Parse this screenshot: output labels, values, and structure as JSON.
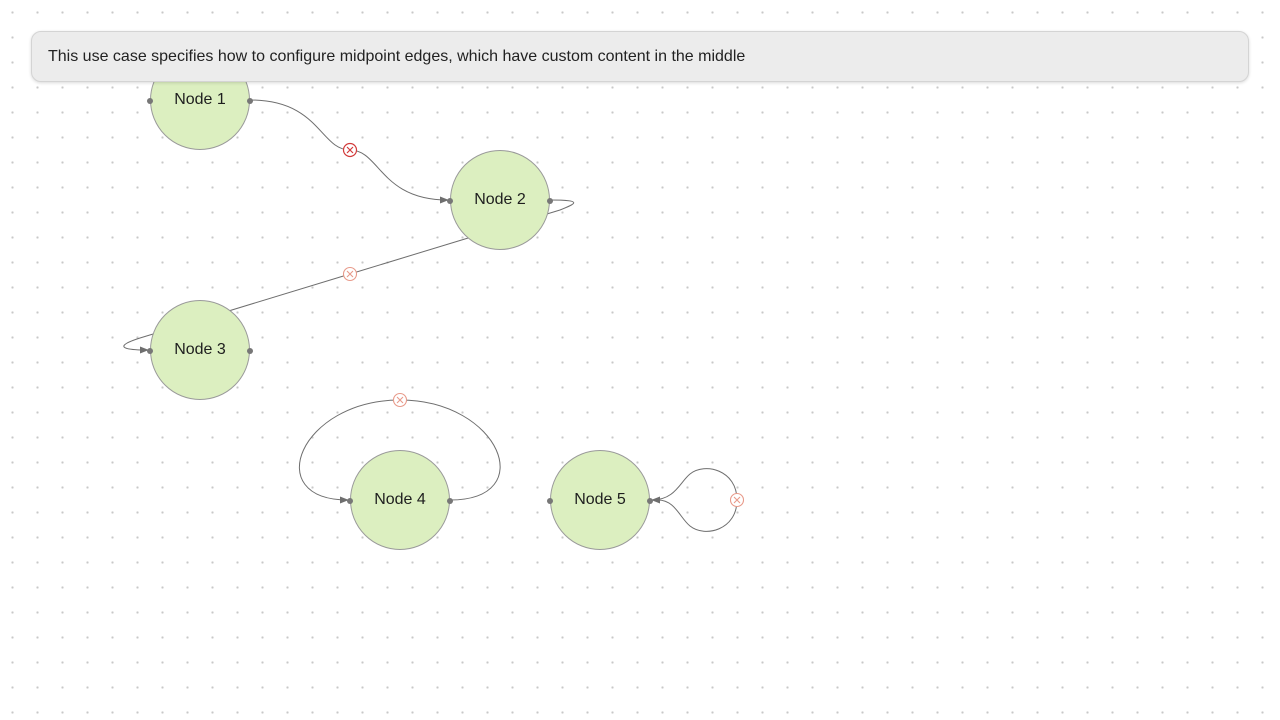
{
  "banner": {
    "text": "This use case specifies how to configure midpoint edges, which have custom content in the middle"
  },
  "nodes": [
    {
      "id": "node-1",
      "label": "Node 1"
    },
    {
      "id": "node-2",
      "label": "Node 2"
    },
    {
      "id": "node-3",
      "label": "Node 3"
    },
    {
      "id": "node-4",
      "label": "Node 4"
    },
    {
      "id": "node-5",
      "label": "Node 5"
    }
  ],
  "edges": [
    {
      "from": "Node 1",
      "to": "Node 2",
      "midpoint_icon": "close-circle-icon",
      "highlighted": true
    },
    {
      "from": "Node 2",
      "to": "Node 3",
      "midpoint_icon": "close-circle-icon",
      "highlighted": false
    },
    {
      "from": "Node 4",
      "to": "Node 4",
      "midpoint_icon": "close-circle-icon",
      "highlighted": false
    },
    {
      "from": "Node 5",
      "to": "Node 5",
      "midpoint_icon": "close-circle-icon",
      "highlighted": false
    }
  ],
  "colors": {
    "node_fill": "#dcefc0",
    "node_border": "#9a9a9a",
    "edge_stroke": "#6e6e6e",
    "midpoint_active": "#d23a3a",
    "midpoint_inactive": "#e89a8a",
    "banner_bg": "#ececec"
  }
}
